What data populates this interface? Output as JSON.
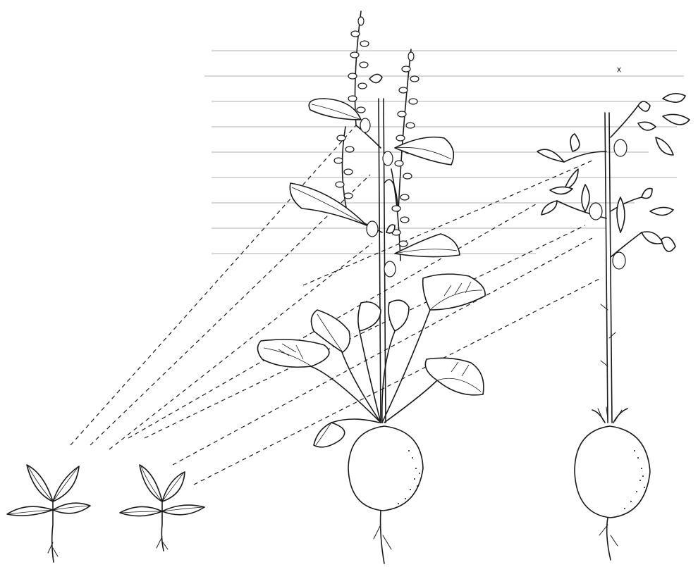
{
  "figure": {
    "elements": [
      "seedling-1",
      "seedling-2",
      "flowering-beet",
      "cut-back-beet"
    ],
    "ink_color": "#1a1a1a",
    "paper_color": "#ffffff"
  }
}
